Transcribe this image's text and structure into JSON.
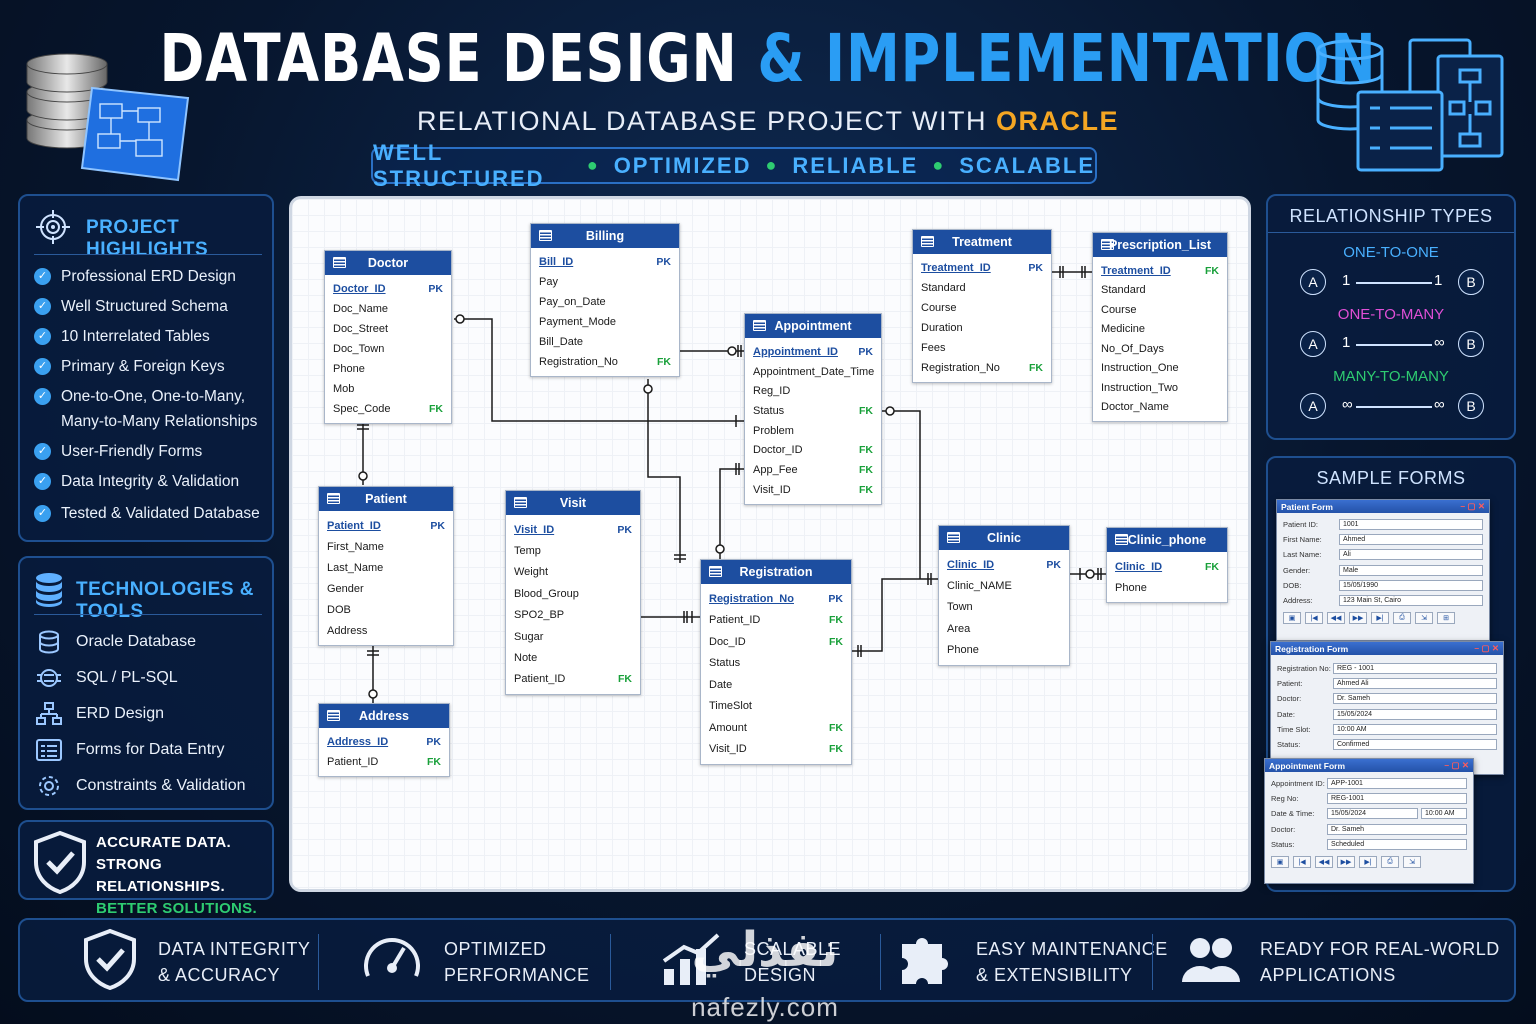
{
  "header": {
    "title_part1": "DATABASE DESIGN",
    "title_part2": "& IMPLEMENTATION",
    "subtitle_part1": "RELATIONAL DATABASE PROJECT WITH",
    "subtitle_part2": "ORACLE",
    "tags": [
      "WELL STRUCTURED",
      "OPTIMIZED",
      "RELIABLE",
      "SCALABLE"
    ]
  },
  "highlights": {
    "title": "PROJECT HIGHLIGHTS",
    "items": [
      "Professional ERD Design",
      "Well Structured Schema",
      "10 Interrelated Tables",
      "Primary & Foreign Keys",
      "One-to-One, One-to-Many,",
      "Many-to-Many Relationships",
      "User-Friendly Forms",
      "Data Integrity & Validation",
      "Tested & Validated Database"
    ]
  },
  "tools": {
    "title": "TECHNOLOGIES & TOOLS",
    "items": [
      "Oracle Database",
      "SQL / PL-SQL",
      "ERD Design",
      "Forms for Data Entry",
      "Constraints & Validation"
    ]
  },
  "motto": {
    "line1": "ACCURATE DATA.",
    "line2": "STRONG RELATIONSHIPS.",
    "line3": "BETTER SOLUTIONS."
  },
  "erd": {
    "doctor": {
      "name": "Doctor",
      "rows": [
        [
          "Doctor_ID",
          "PK"
        ],
        [
          "Doc_Name",
          ""
        ],
        [
          "Doc_Street",
          ""
        ],
        [
          "Doc_Town",
          ""
        ],
        [
          "Phone",
          ""
        ],
        [
          "Mob",
          ""
        ],
        [
          "Spec_Code",
          "FK"
        ]
      ]
    },
    "billing": {
      "name": "Billing",
      "rows": [
        [
          "Bill_ID",
          "PK"
        ],
        [
          "Pay",
          ""
        ],
        [
          "Pay_on_Date",
          ""
        ],
        [
          "Payment_Mode",
          ""
        ],
        [
          "Bill_Date",
          ""
        ],
        [
          "Registration_No",
          "FK"
        ]
      ]
    },
    "treatment": {
      "name": "Treatment",
      "rows": [
        [
          "Treatment_ID",
          "PK"
        ],
        [
          "Standard",
          ""
        ],
        [
          "Course",
          ""
        ],
        [
          "Duration",
          ""
        ],
        [
          "Fees",
          ""
        ],
        [
          "Registration_No",
          "FK"
        ]
      ]
    },
    "prescription": {
      "name": "Prescription_List",
      "rows": [
        [
          "Treatment_ID",
          "FK"
        ],
        [
          "Standard",
          ""
        ],
        [
          "Course",
          ""
        ],
        [
          "Medicine",
          ""
        ],
        [
          "No_Of_Days",
          ""
        ],
        [
          "Instruction_One",
          ""
        ],
        [
          "Instruction_Two",
          ""
        ],
        [
          "Doctor_Name",
          ""
        ]
      ]
    },
    "appointment": {
      "name": "Appointment",
      "rows": [
        [
          "Appointment_ID",
          "PK"
        ],
        [
          "Appointment_Date_Time",
          ""
        ],
        [
          "Reg_ID",
          ""
        ],
        [
          "Status",
          "FK"
        ],
        [
          "Problem",
          ""
        ],
        [
          "Doctor_ID",
          "FK"
        ],
        [
          "App_Fee",
          "FK"
        ],
        [
          "Visit_ID",
          "FK"
        ]
      ]
    },
    "patient": {
      "name": "Patient",
      "rows": [
        [
          "Patient_ID",
          "PK"
        ],
        [
          "First_Name",
          ""
        ],
        [
          "Last_Name",
          ""
        ],
        [
          "Gender",
          ""
        ],
        [
          "DOB",
          ""
        ],
        [
          "Address",
          ""
        ]
      ]
    },
    "visit": {
      "name": "Visit",
      "rows": [
        [
          "Visit_ID",
          "PK"
        ],
        [
          "Temp",
          ""
        ],
        [
          "Weight",
          ""
        ],
        [
          "Blood_Group",
          ""
        ],
        [
          "SPO2_BP",
          ""
        ],
        [
          "Sugar",
          ""
        ],
        [
          "Note",
          ""
        ],
        [
          "Patient_ID",
          "FK"
        ]
      ]
    },
    "registration": {
      "name": "Registration",
      "rows": [
        [
          "Registration_No",
          "PK"
        ],
        [
          "Patient_ID",
          "FK"
        ],
        [
          "Doc_ID",
          "FK"
        ],
        [
          "Status",
          ""
        ],
        [
          "Date",
          ""
        ],
        [
          "TimeSlot",
          ""
        ],
        [
          "Amount",
          "FK"
        ],
        [
          "Visit_ID",
          "FK"
        ]
      ]
    },
    "clinic": {
      "name": "Clinic",
      "rows": [
        [
          "Clinic_ID",
          "PK"
        ],
        [
          "Clinic_NAME",
          ""
        ],
        [
          "Town",
          ""
        ],
        [
          "Area",
          ""
        ],
        [
          "Phone",
          ""
        ]
      ]
    },
    "clinic_phone": {
      "name": "Clinic_phone",
      "rows": [
        [
          "Clinic_ID",
          "FK"
        ],
        [
          "Phone",
          ""
        ]
      ]
    },
    "address": {
      "name": "Address",
      "rows": [
        [
          "Address_ID",
          "PK"
        ],
        [
          "Patient_ID",
          "FK"
        ]
      ]
    }
  },
  "relationships": {
    "title": "RELATIONSHIP TYPES",
    "types": [
      {
        "label": "ONE-TO-ONE",
        "color": "#49b0ff",
        "left": "1",
        "right": "1"
      },
      {
        "label": "ONE-TO-MANY",
        "color": "#e04fd6",
        "left": "1",
        "right": "∞"
      },
      {
        "label": "MANY-TO-MANY",
        "color": "#2ecc71",
        "left": "∞",
        "right": "∞"
      }
    ],
    "node_a": "A",
    "node_b": "B"
  },
  "forms": {
    "title": "SAMPLE FORMS",
    "patient": {
      "title": "Patient Form",
      "fields": [
        [
          "Patient ID:",
          "1001"
        ],
        [
          "First Name:",
          "Ahmed"
        ],
        [
          "Last Name:",
          "Ali"
        ],
        [
          "Gender:",
          "Male"
        ],
        [
          "DOB:",
          "15/05/1990"
        ],
        [
          "Address:",
          "123 Main St, Cairo"
        ]
      ]
    },
    "registration": {
      "title": "Registration Form",
      "fields": [
        [
          "Registration No:",
          "REG - 1001"
        ],
        [
          "Patient:",
          "Ahmed Ali"
        ],
        [
          "Doctor:",
          "Dr. Sameh"
        ],
        [
          "Date:",
          "15/05/2024"
        ],
        [
          "Time Slot:",
          "10:00 AM"
        ],
        [
          "Status:",
          "Confirmed"
        ]
      ]
    },
    "appointment": {
      "title": "Appointment Form",
      "fields": [
        [
          "Appointment ID:",
          "APP-1001"
        ],
        [
          "Reg No:",
          "REG-1001"
        ],
        [
          "Date & Time:",
          "15/05/2024"
        ],
        [
          "Doctor:",
          "Dr. Sameh"
        ],
        [
          "Status:",
          "Scheduled"
        ]
      ],
      "time": "10:00 AM"
    }
  },
  "features": [
    {
      "line1": "DATA INTEGRITY",
      "line2": "& ACCURACY"
    },
    {
      "line1": "OPTIMIZED",
      "line2": "PERFORMANCE"
    },
    {
      "line1": "SCALABLE",
      "line2": "DESIGN"
    },
    {
      "line1": "EASY MAINTENANCE",
      "line2": "& EXTENSIBILITY"
    },
    {
      "line1": "READY FOR REAL-WORLD",
      "line2": "APPLICATIONS"
    }
  ],
  "watermark": {
    "arabic": "نفذلي",
    "latin": "nafezly.com"
  },
  "colors": {
    "accent_blue": "#49b0ff",
    "title_blue": "#2a9df4",
    "oracle_orange": "#f5a623",
    "green": "#2ecc71",
    "table_header": "#1d4ea0"
  }
}
